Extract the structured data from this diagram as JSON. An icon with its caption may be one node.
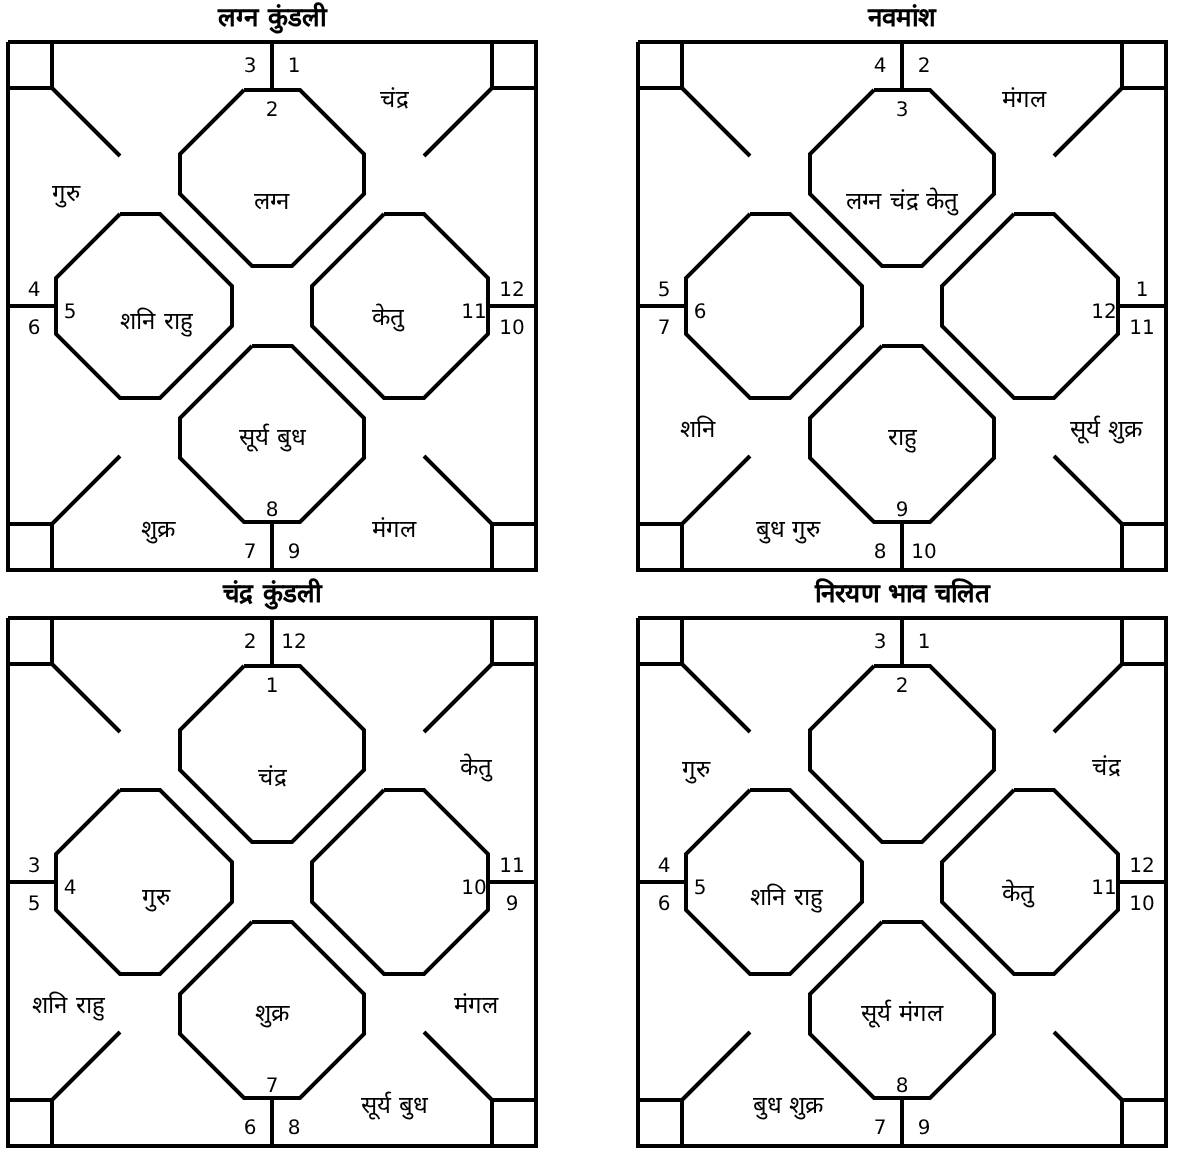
{
  "diagram": {
    "nodes": [
      {
        "text": [
          "लग्न कुंडली"
        ]
      },
      {
        "text": [
          "2",
          "लग्न"
        ],
        "in": 0
      },
      {
        "text": [
          "3"
        ],
        "in": 0
      },
      {
        "text": [
          "4",
          "गुरु"
        ],
        "in": 0
      },
      {
        "text": [
          "5",
          "शनि राहु"
        ],
        "in": 0
      },
      {
        "text": [
          "6"
        ],
        "in": 0
      },
      {
        "text": [
          "7",
          "शुक्र"
        ],
        "in": 0
      },
      {
        "text": [
          "सूर्य बुध",
          "8"
        ],
        "in": 0
      },
      {
        "text": [
          "9",
          "मंगल"
        ],
        "in": 0
      },
      {
        "text": [
          "10"
        ],
        "in": 0
      },
      {
        "text": [
          "केतु",
          "11"
        ],
        "in": 0
      },
      {
        "text": [
          "12"
        ],
        "in": 0
      },
      {
        "text": [
          "1",
          "चंद्र"
        ],
        "in": 0
      },
      {
        "text": [
          "नवमांश"
        ]
      },
      {
        "text": [
          "3",
          "लग्न चंद्र केतु"
        ],
        "in": 13
      },
      {
        "text": [
          "4"
        ],
        "in": 13
      },
      {
        "text": [
          "5"
        ],
        "in": 13
      },
      {
        "text": [
          "6"
        ],
        "in": 13
      },
      {
        "text": [
          "7",
          "शनि"
        ],
        "in": 13
      },
      {
        "text": [
          "8",
          "बुध गुरु"
        ],
        "in": 13
      },
      {
        "text": [
          "राहु",
          "9"
        ],
        "in": 13
      },
      {
        "text": [
          "10"
        ],
        "in": 13
      },
      {
        "text": [
          "11",
          "सूर्य शुक्र"
        ],
        "in": 13
      },
      {
        "text": [
          "12"
        ],
        "in": 13
      },
      {
        "text": [
          "1"
        ],
        "in": 13
      },
      {
        "text": [
          "2",
          "मंगल"
        ],
        "in": 13
      },
      {
        "text": [
          "चंद्र कुंडली"
        ]
      },
      {
        "text": [
          "1",
          "चंद्र"
        ],
        "in": 26
      },
      {
        "text": [
          "2"
        ],
        "in": 26
      },
      {
        "text": [
          "3"
        ],
        "in": 26
      },
      {
        "text": [
          "4",
          "गुरु"
        ],
        "in": 26
      },
      {
        "text": [
          "5",
          "शनि राहु"
        ],
        "in": 26
      },
      {
        "text": [
          "6"
        ],
        "in": 26
      },
      {
        "text": [
          "शुक्र",
          "7"
        ],
        "in": 26
      },
      {
        "text": [
          "8",
          "सूर्य बुध"
        ],
        "in": 26
      },
      {
        "text": [
          "9",
          "मंगल"
        ],
        "in": 26
      },
      {
        "text": [
          "10"
        ],
        "in": 26
      },
      {
        "text": [
          "11",
          "केतु"
        ],
        "in": 26
      },
      {
        "text": [
          "12"
        ],
        "in": 26
      },
      {
        "text": [
          "निरयण भाव चलित"
        ]
      },
      {
        "text": [
          "2"
        ],
        "in": 39
      },
      {
        "text": [
          "3"
        ],
        "in": 39
      },
      {
        "text": [
          "4",
          "गुरु"
        ],
        "in": 39
      },
      {
        "text": [
          "5",
          "शनि राहु"
        ],
        "in": 39
      },
      {
        "text": [
          "6"
        ],
        "in": 39
      },
      {
        "text": [
          "7",
          "बुध शुक्र"
        ],
        "in": 39
      },
      {
        "text": [
          "सूर्य मंगल",
          "8"
        ],
        "in": 39
      },
      {
        "text": [
          "9"
        ],
        "in": 39
      },
      {
        "text": [
          "10"
        ],
        "in": 39
      },
      {
        "text": [
          "केतु",
          "11"
        ],
        "in": 39
      },
      {
        "text": [
          "12",
          "चंद्र"
        ],
        "in": 39
      },
      {
        "text": [
          "1"
        ],
        "in": 39
      }
    ]
  }
}
